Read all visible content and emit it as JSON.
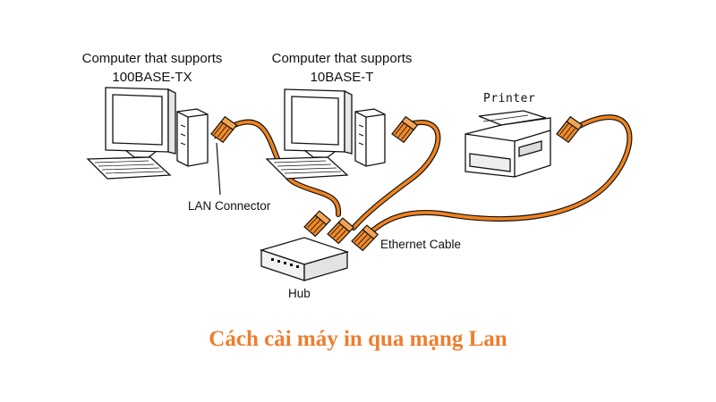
{
  "diagram": {
    "labels": {
      "pc1_line1": "Computer that supports",
      "pc1_line2": "100BASE-TX",
      "pc2_line1": "Computer that supports",
      "pc2_line2": "10BASE-T",
      "printer": "Printer",
      "lan_connector": "LAN Connector",
      "ethernet_cable": "Ethernet Cable",
      "hub": "Hub"
    },
    "caption": "Cách cài máy in qua mạng Lan",
    "colors": {
      "cable": "#f0821e",
      "caption": "#ef7d2e",
      "line": "#111111"
    },
    "icons": [
      "desktop-computer-icon",
      "printer-icon",
      "network-hub-icon",
      "rj45-connector-icon"
    ]
  }
}
